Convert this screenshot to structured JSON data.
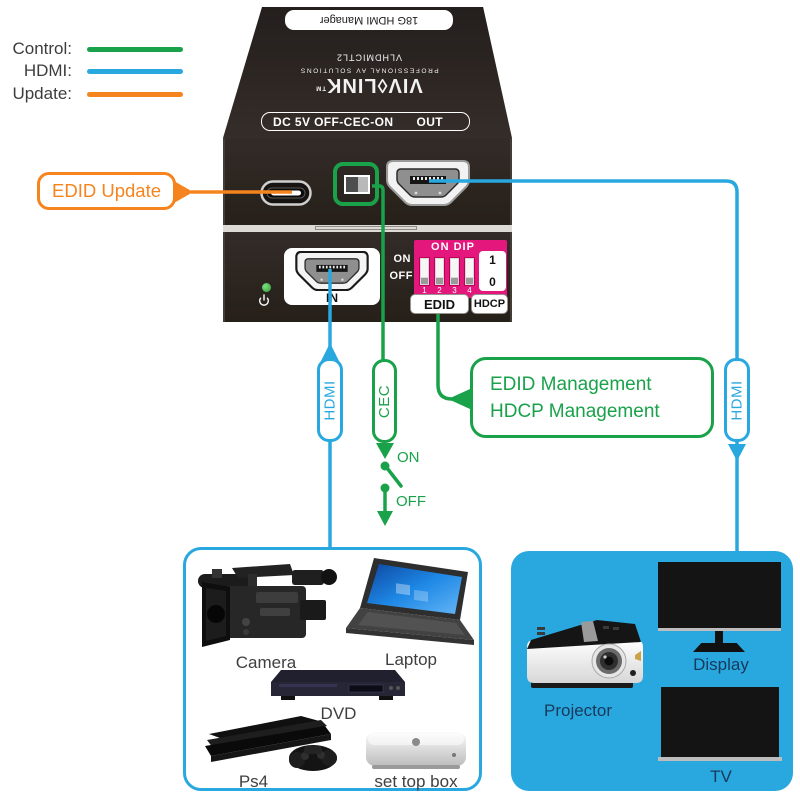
{
  "legend": {
    "control": "Control:",
    "hdmi": "HDMI:",
    "update": "Update:"
  },
  "device": {
    "top_label": "18G HDMI Manager",
    "brand": "VIV◊LINK",
    "brand_tm": "TM",
    "tagline": "PROFESSIONAL AV SOLUTIONS",
    "model": "VLHDMICTL2",
    "edge_label": "DC 5V OFF-CEC-ON",
    "edge_out": "OUT",
    "in_label": "IN",
    "on_label": "ON",
    "off_label": "OFF",
    "dip_header": "ON DIP",
    "dip_numbers": [
      "1",
      "2",
      "3",
      "4"
    ],
    "edid_tag": "EDID",
    "hdcp_tag": "HDCP",
    "hdcp_on": "1",
    "hdcp_off": "0"
  },
  "callouts": {
    "edid_update": "EDID Update",
    "mgmt_line1": "EDID Management",
    "mgmt_line2": "HDCP Management"
  },
  "cables": {
    "hdmi_in": "HDMI",
    "cec": "CEC",
    "hdmi_out": "HDMI",
    "cec_on": "ON",
    "cec_off": "OFF"
  },
  "sources": {
    "items": [
      {
        "label": "Camera"
      },
      {
        "label": "Laptop"
      },
      {
        "label": "DVD"
      },
      {
        "label": "Ps4"
      },
      {
        "label": "set top box"
      }
    ]
  },
  "sinks": {
    "items": [
      {
        "label": "Projector"
      },
      {
        "label": "Display"
      },
      {
        "label": "TV"
      }
    ]
  },
  "colors": {
    "control_green": "#1aa24b",
    "hdmi_blue": "#29a8e0",
    "update_orange": "#f5841f",
    "dip_pink": "#e4187c"
  }
}
